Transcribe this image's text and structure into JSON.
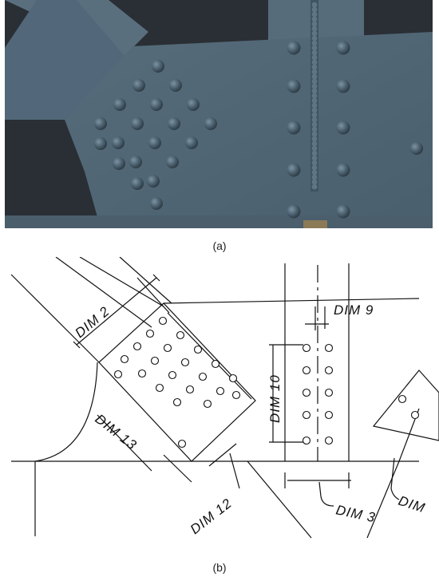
{
  "captions": {
    "a": "(a)",
    "b": "(b)"
  },
  "photo": {
    "steel_color": "#4f6574",
    "background_color": "#2a2f35",
    "rivet_color": "#3e5260"
  },
  "drawing": {
    "line_color": "#111111",
    "labels": {
      "dim2": "DIM 2",
      "dim9": "DIM 9",
      "dim10": "DIM 10",
      "dim12": "DIM 12",
      "dim13": "DIM 13",
      "dim3": "DIM 3",
      "dim_cut": "DIM"
    }
  }
}
